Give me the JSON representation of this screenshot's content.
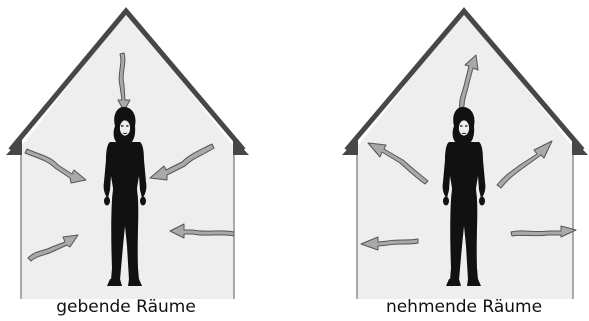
{
  "houses": [
    {
      "caption": "gebende Räume",
      "arrow_direction": "inward"
    },
    {
      "caption": "nehmende Räume",
      "arrow_direction": "outward"
    }
  ],
  "colors": {
    "roof": "#474747",
    "wall_fill": "#eeeeee",
    "arrow_fill": "#a9a9a9",
    "arrow_stroke": "#555555",
    "figure": "#111111"
  }
}
